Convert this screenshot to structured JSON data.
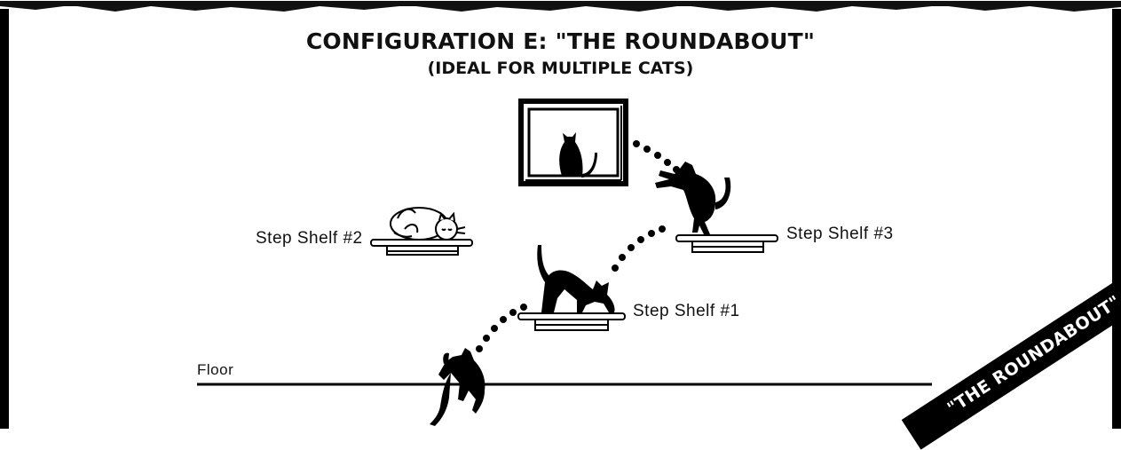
{
  "title": "CONFIGURATION E: \"THE ROUNDABOUT\"",
  "subtitle": "(IDEAL FOR MULTIPLE CATS)",
  "labels": {
    "shelf_1": "Step Shelf #1",
    "shelf_2": "Step Shelf #2",
    "shelf_3": "Step Shelf #3",
    "floor": "Floor"
  },
  "banner": "\"THE ROUNDABOUT\"",
  "icons": {
    "window": "window-icon",
    "cats": [
      "cat-in-window-icon",
      "cat-jumping-icon",
      "cat-stretching-icon",
      "cat-climbing-icon",
      "cat-sleeping-icon"
    ]
  },
  "colors": {
    "ink": "#000000",
    "background": "#ffffff"
  }
}
